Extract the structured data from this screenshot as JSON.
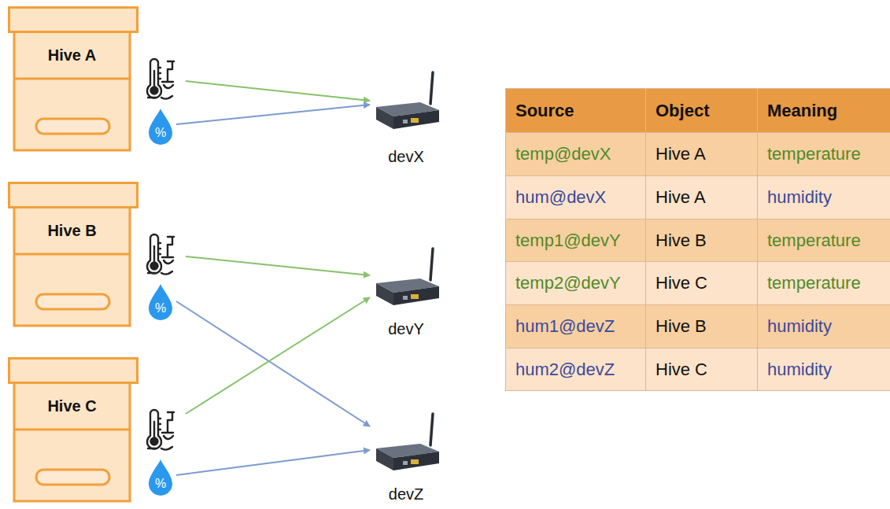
{
  "diagram": {
    "nodes": [
      {
        "text": [
          "Hive A"
        ]
      },
      {
        "text": [
          "%"
        ],
        "in": 0
      },
      {
        "text": [
          "Hive B"
        ]
      },
      {
        "text": [
          "%"
        ],
        "in": 2
      },
      {
        "text": [
          "Hive C"
        ]
      },
      {
        "text": [
          "%"
        ],
        "in": 4
      },
      {
        "text": [
          "devX"
        ]
      },
      {
        "text": [
          "devY"
        ]
      },
      {
        "text": [
          "devZ"
        ]
      }
    ],
    "edges": [
      {
        "from": 0,
        "to": 6,
        "arrow": "to"
      },
      {
        "from": 1,
        "to": 6,
        "arrow": "to"
      },
      {
        "from": 2,
        "to": 7,
        "arrow": "to"
      },
      {
        "from": 3,
        "to": 8,
        "arrow": "to"
      },
      {
        "from": 4,
        "to": 7,
        "arrow": "to"
      },
      {
        "from": 5,
        "to": 8,
        "arrow": "to"
      }
    ],
    "labels": [
      "Source",
      "Object",
      "Meaning",
      "temp@devX",
      "Hive A",
      "temperature",
      "hum@devX",
      "Hive A",
      "humidity",
      "temp1@devY",
      "Hive B",
      "temperature",
      "temp2@devY",
      "Hive C",
      "temperature",
      "hum1@devZ",
      "Hive B",
      "humidity",
      "hum2@devZ",
      "Hive C",
      "humidity"
    ]
  }
}
